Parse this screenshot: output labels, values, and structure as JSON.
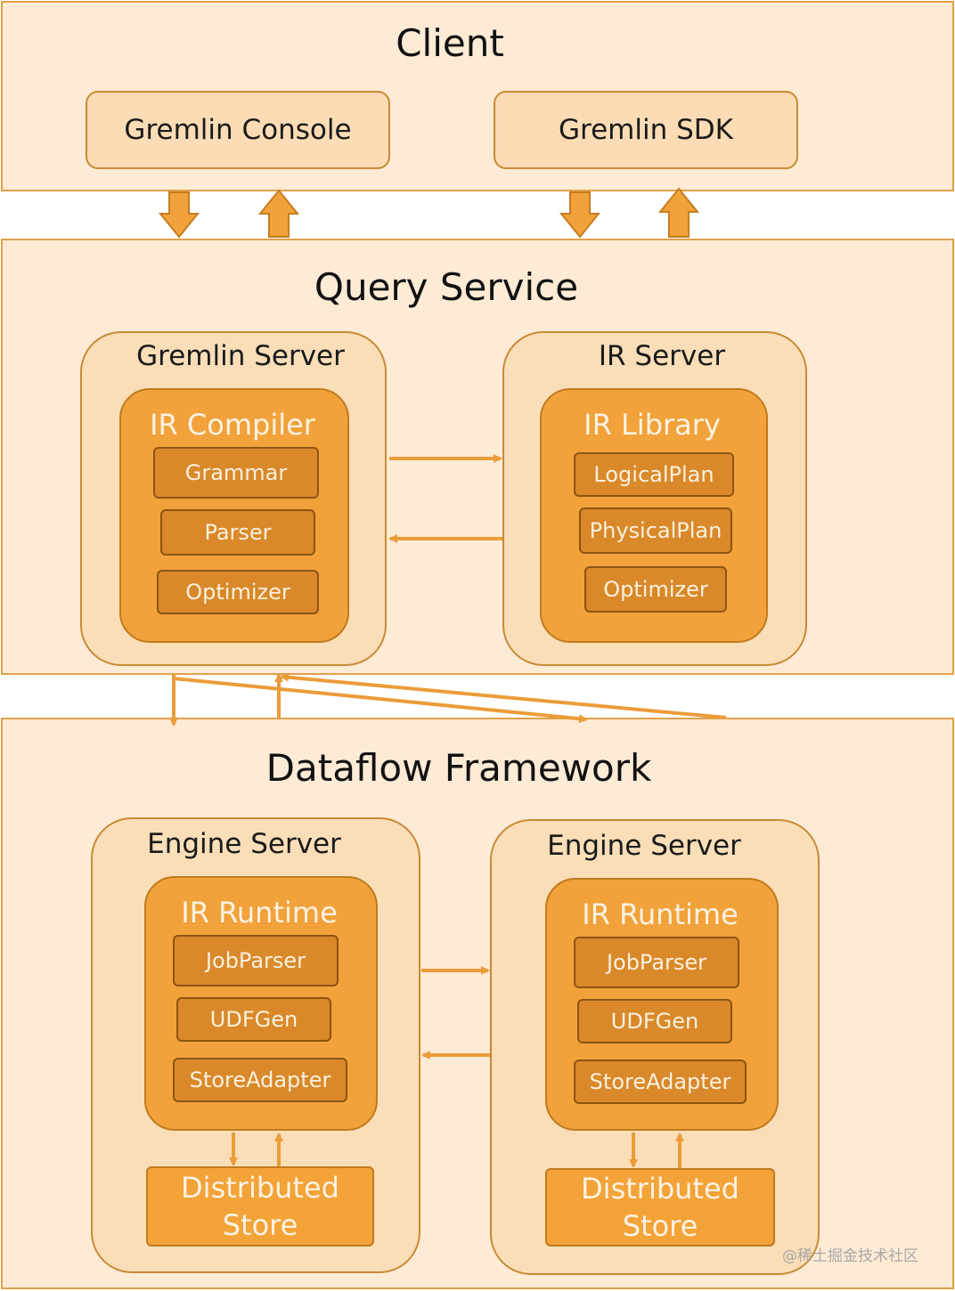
{
  "client": {
    "title": "Client",
    "console": "Gremlin Console",
    "sdk": "Gremlin SDK"
  },
  "query_service": {
    "title": "Query Service",
    "gremlin_server": {
      "name": "Gremlin Server",
      "module": "IR Compiler",
      "items": [
        "Grammar",
        "Parser",
        "Optimizer"
      ]
    },
    "ir_server": {
      "name": "IR Server",
      "module": "IR Library",
      "items": [
        "LogicalPlan",
        "PhysicalPlan",
        "Optimizer"
      ]
    }
  },
  "dataflow": {
    "title": "Dataflow Framework",
    "engines": [
      {
        "name": "Engine Server",
        "module": "IR Runtime",
        "items": [
          "JobParser",
          "UDFGen",
          "StoreAdapter"
        ],
        "store": "Distributed\nStore"
      },
      {
        "name": "Engine Server",
        "module": "IR Runtime",
        "items": [
          "JobParser",
          "UDFGen",
          "StoreAdapter"
        ],
        "store": "Distributed\nStore"
      }
    ]
  },
  "watermark": "@稀土掘金技术社区",
  "colors": {
    "layer": "#fdebd6",
    "module": "#f1a23a",
    "submodule": "#d9892a",
    "arrow": "#eb9c3a"
  }
}
